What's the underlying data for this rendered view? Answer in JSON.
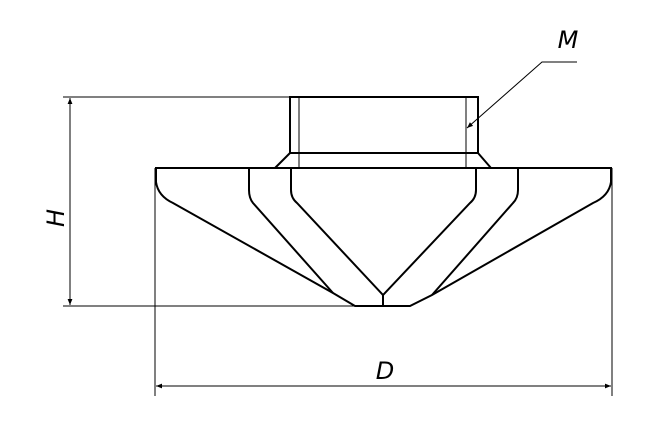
{
  "labels": {
    "height": "H",
    "diameter": "D",
    "thread": "M"
  },
  "colors": {
    "line": "#000000",
    "background": "#ffffff"
  }
}
